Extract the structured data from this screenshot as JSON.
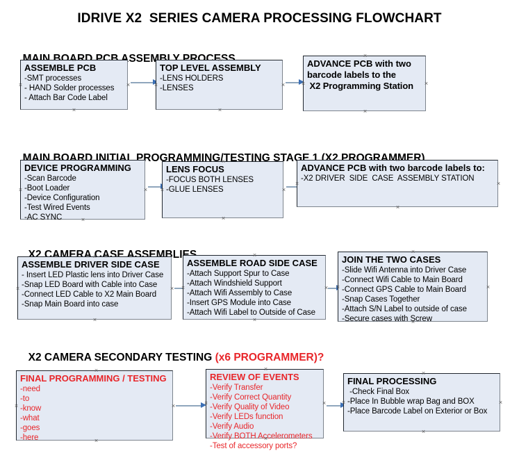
{
  "title": "IDRIVE X2  SERIES CAMERA PROCESSING FLOWCHART",
  "colors": {
    "box_fill": "#e4eaf4",
    "box_border": "#20262e",
    "accent_red": "#e8262a",
    "arrow_shaft": "#8fa6bd",
    "arrow_head": "#3b6fb5",
    "text": "#000000"
  },
  "sections": [
    {
      "heading": "MAIN BOARD PCB ASSEMBLY PROCESS",
      "heading_accent": "",
      "boxes": [
        {
          "title": "ASSEMBLE PCB",
          "lines": [
            "-SMT processes",
            "- HAND Solder processes",
            "- Attach Bar Code Label"
          ]
        },
        {
          "title": "TOP LEVEL ASSEMBLY",
          "lines": [
            "-LENS HOLDERS",
            "-LENSES"
          ]
        },
        {
          "title": "ADVANCE PCB with two",
          "lines": [
            "barcode labels to the",
            " X2 Programming Station"
          ]
        }
      ]
    },
    {
      "heading": "MAIN BOARD INITIAL PROGRAMMING/TESTING STAGE 1 (X2 PROGRAMMER)",
      "heading_accent": "",
      "boxes": [
        {
          "title": "DEVICE PROGRAMMING",
          "lines": [
            "-Scan Barcode",
            "-Boot Loader",
            "-Device Configuration",
            "-Test Wired Events",
            "-AC SYNC"
          ]
        },
        {
          "title": "LENS FOCUS",
          "lines": [
            "-FOCUS BOTH LENSES",
            "-GLUE LENSES"
          ]
        },
        {
          "title": "ADVANCE PCB with two barcode labels to:",
          "lines": [
            "-X2 DRIVER  SIDE  CASE  ASSEMBLY STATION"
          ]
        }
      ]
    },
    {
      "heading": "X2 CAMERA CASE ASSEMBLIES",
      "heading_accent": "",
      "boxes": [
        {
          "title": "ASSEMBLE DRIVER SIDE CASE",
          "lines": [
            "- Insert LED Plastic lens into Driver Case",
            "-Snap LED Board with Cable into Case",
            "-Connect LED Cable to X2 Main Board",
            "-Snap Main Board into case"
          ]
        },
        {
          "title": "ASSEMBLE ROAD SIDE CASE",
          "lines": [
            "-Attach Support Spur to Case",
            "-Attach Windshield Support",
            "-Attach Wifi Assembly to Case",
            "-Insert GPS Module into Case",
            "-Attach Wifi Label to Outside of Case"
          ]
        },
        {
          "title": "JOIN THE TWO CASES",
          "lines": [
            "-Slide Wifi Antenna into Driver Case",
            "-Connect Wifi Cable to Main Board",
            "-Connect GPS Cable to Main Board",
            "-Snap Cases Together",
            "-Attach S/N Label to outside of case",
            "-Secure cases with Screw"
          ]
        }
      ]
    },
    {
      "heading": "X2 CAMERA SECONDARY TESTING ",
      "heading_accent": "(x6 PROGRAMMER)?",
      "boxes": [
        {
          "title": "FINAL PROGRAMMING / TESTING",
          "lines": [
            "-need",
            "-to",
            "-know",
            "-what",
            "-goes",
            "-here"
          ]
        },
        {
          "title": "REVIEW OF EVENTS",
          "lines": [
            "-Verify Transfer",
            "-Verify Correct Quantity",
            "-Verify Quality of Video",
            "-Verify LEDs function",
            "-Verify Audio",
            "-Verify BOTH Accelerometers",
            "-Test of accessory ports?"
          ]
        },
        {
          "title": "FINAL PROCESSING",
          "lines": [
            " -Check Final Box",
            "-Place In Bubble wrap Bag and BOX",
            "-Place Barcode Label on Exterior or Box"
          ]
        }
      ]
    }
  ]
}
